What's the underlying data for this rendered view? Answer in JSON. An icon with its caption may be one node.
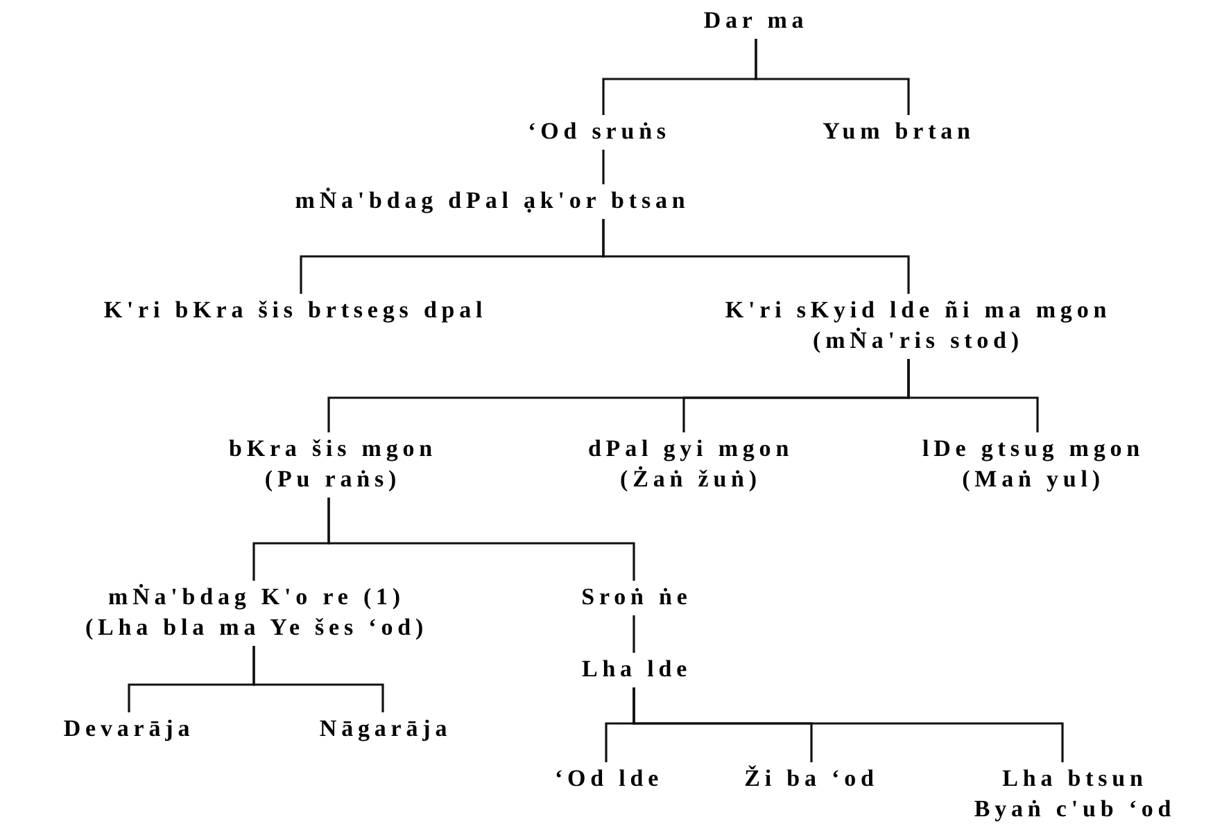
{
  "diagram": {
    "nodes": [
      {
        "text": [
          "Dar ma"
        ]
      },
      {
        "text": [
          "‘Od sruṅs"
        ]
      },
      {
        "text": [
          "Yum brtan"
        ]
      },
      {
        "text": [
          "mṄa'bdag dPal ạk'or btsan"
        ]
      },
      {
        "text": [
          "K'ri bKra šis brtsegs dpal"
        ]
      },
      {
        "text": [
          "K'ri sKyid lde ñi ma mgon",
          "(mṄa'ris stod)"
        ]
      },
      {
        "text": [
          "bKra šis mgon",
          "(Pu raṅs)"
        ]
      },
      {
        "text": [
          "dPal gyi mgon",
          "(Żaṅ žuṅ)"
        ]
      },
      {
        "text": [
          "lDe gtsug mgon",
          "(Maṅ yul)"
        ]
      },
      {
        "text": [
          "mṄa'bdag K'o re (1)",
          "(Lha bla ma Ye šes ‘od)"
        ]
      },
      {
        "text": [
          "Sroṅ ṅe"
        ]
      },
      {
        "text": [
          "Lha lde"
        ]
      },
      {
        "text": [
          "Devarāja"
        ]
      },
      {
        "text": [
          "Nāgarāja"
        ]
      },
      {
        "text": [
          "‘Od lde"
        ]
      },
      {
        "text": [
          "Ži ba ‘od"
        ]
      },
      {
        "text": [
          "Lha btsun",
          "Byaṅ c'ub ‘od"
        ]
      }
    ],
    "edges": [
      {
        "from": 0,
        "to": 1,
        "arrow": "none"
      },
      {
        "from": 0,
        "to": 2,
        "arrow": "none"
      },
      {
        "from": 1,
        "to": 3,
        "arrow": "none"
      },
      {
        "from": 3,
        "to": 4,
        "arrow": "none"
      },
      {
        "from": 3,
        "to": 5,
        "arrow": "none"
      },
      {
        "from": 5,
        "to": 6,
        "arrow": "none"
      },
      {
        "from": 5,
        "to": 7,
        "arrow": "none"
      },
      {
        "from": 5,
        "to": 8,
        "arrow": "none"
      },
      {
        "from": 6,
        "to": 9,
        "arrow": "none"
      },
      {
        "from": 6,
        "to": 10,
        "arrow": "none"
      },
      {
        "from": 9,
        "to": 12,
        "arrow": "none"
      },
      {
        "from": 9,
        "to": 13,
        "arrow": "none"
      },
      {
        "from": 10,
        "to": 11,
        "arrow": "none"
      },
      {
        "from": 11,
        "to": 14,
        "arrow": "none"
      },
      {
        "from": 11,
        "to": 15,
        "arrow": "none"
      },
      {
        "from": 11,
        "to": 16,
        "arrow": "none"
      }
    ]
  }
}
